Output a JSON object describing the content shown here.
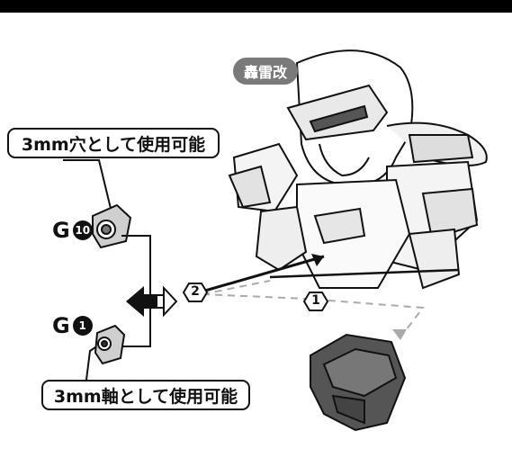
{
  "figure_name": "轟雷改",
  "callouts": {
    "hole": "3mm穴として使用可能",
    "shaft": "3mm軸として使用可能"
  },
  "parts": [
    {
      "code": "G",
      "number": "10"
    },
    {
      "code": "G",
      "number": "1"
    }
  ],
  "steps": [
    "1",
    "2"
  ]
}
